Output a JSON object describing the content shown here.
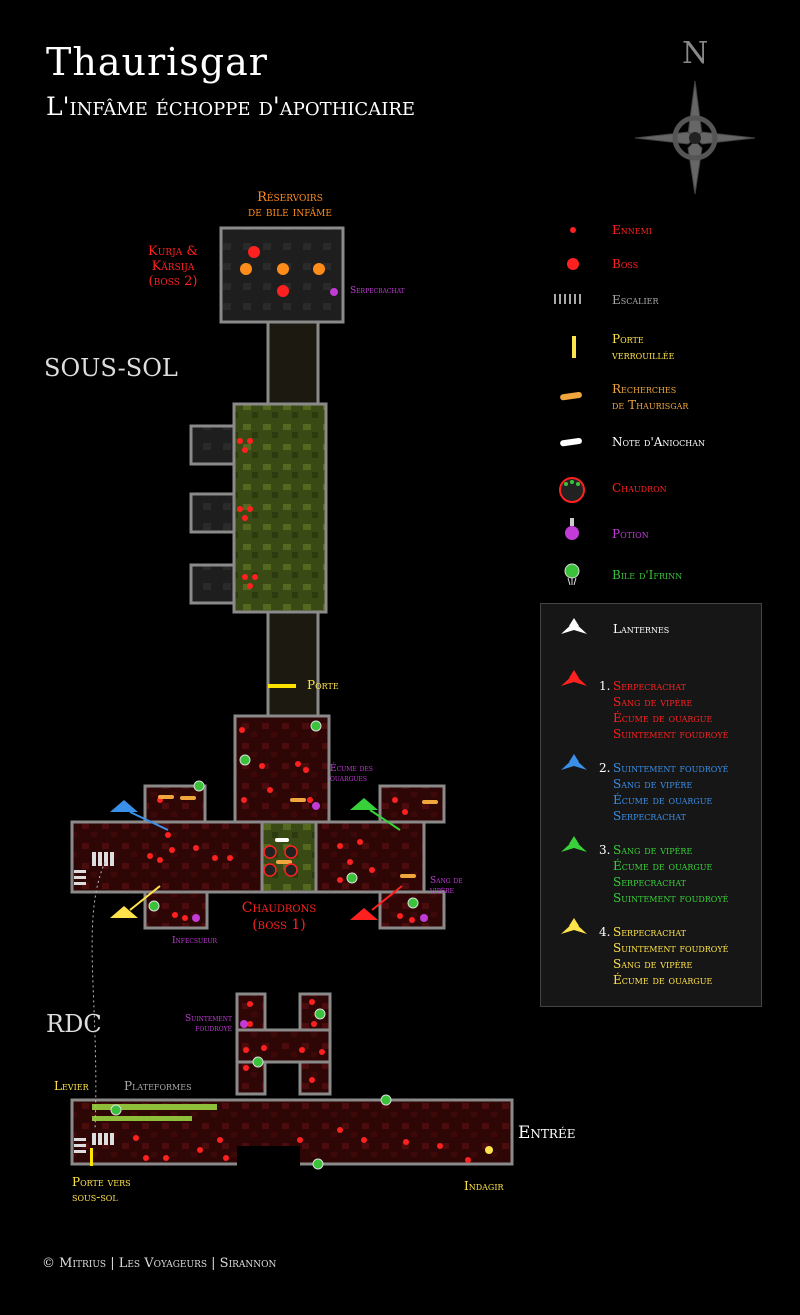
{
  "title": "Thaurisgar",
  "subtitle": "L'infâme échoppe d'apothicaire",
  "compass": {
    "label": "N",
    "icon": "compass-rose-icon"
  },
  "floors": {
    "basement": "SOUS-SOL",
    "ground": "RDC"
  },
  "map_labels": {
    "reservoirs": "Réservoirs\nde bile infâme",
    "boss2": "Kurja &\nKärsija\n(boss 2)",
    "serpecrachat": "Serpecrachat",
    "porte": "Porte",
    "ecume": "Écume des\nouargues",
    "sang_vipere": "Sang de\nvipère",
    "chaudrons": "Chaudrons\n(boss 1)",
    "infecsueur": "Infecsueur",
    "suintement": "Suintement\nfoudroyé",
    "levier": "Levier",
    "plateformes": "Plateformes",
    "porte_sous_sol": "Porte vers\nsous-sol",
    "entree": "Entrée",
    "indagir": "Indagir"
  },
  "legend": [
    {
      "icon": "enemy-dot-icon",
      "label": "Ennemi",
      "color": "#ff2020"
    },
    {
      "icon": "boss-dot-icon",
      "label": "Boss",
      "color": "#ff2020"
    },
    {
      "icon": "stairs-icon",
      "label": "Escalier",
      "color": "#aaaaaa"
    },
    {
      "icon": "locked-door-icon",
      "label": "Porte\nverrouillée",
      "color": "#ffe34a"
    },
    {
      "icon": "scroll-icon",
      "label": "Recherches\nde Thaurisgar",
      "color": "#f0a63c"
    },
    {
      "icon": "note-icon",
      "label": "Note d'Aniochan",
      "color": "#ffffff"
    },
    {
      "icon": "cauldron-icon",
      "label": "Chaudron",
      "color": "#ff2020"
    },
    {
      "icon": "potion-icon",
      "label": "Potion",
      "color": "#c13bd6"
    },
    {
      "icon": "bile-icon",
      "label": "Bile d'Ifrinn",
      "color": "#39c23a"
    }
  ],
  "lanterns": {
    "title": "Lanternes",
    "groups": [
      {
        "number": "1.",
        "color": "#ff2020",
        "items": [
          "Serpecrachat",
          "Sang de vipère",
          "Écume de ouargue",
          "Suintement foudroyé"
        ]
      },
      {
        "number": "2.",
        "color": "#3a8fe8",
        "items": [
          "Suintement foudroyé",
          "Sang de vipère",
          "Écume de ouargue",
          "Serpecrachat"
        ]
      },
      {
        "number": "3.",
        "color": "#39d13a",
        "items": [
          "Sang de vipère",
          "Écume de ouargue",
          "Serpecrachat",
          "Suintement foudroyé"
        ]
      },
      {
        "number": "4.",
        "color": "#ffe34a",
        "items": [
          "Serpecrachat",
          "Suintement foudroyé",
          "Sang de vipère",
          "Écume de ouargue"
        ]
      }
    ]
  },
  "footer": "© Mitrius | Les Voyageurs | Sirannon",
  "colors": {
    "enemy": "#ff2020",
    "boss": "#ff2020",
    "boss_orange": "#ff8c1a",
    "door": "#ffe300",
    "wall": "#8a8a8a",
    "floor_red": "#3a0808",
    "floor_green": "#4a5a1c"
  }
}
